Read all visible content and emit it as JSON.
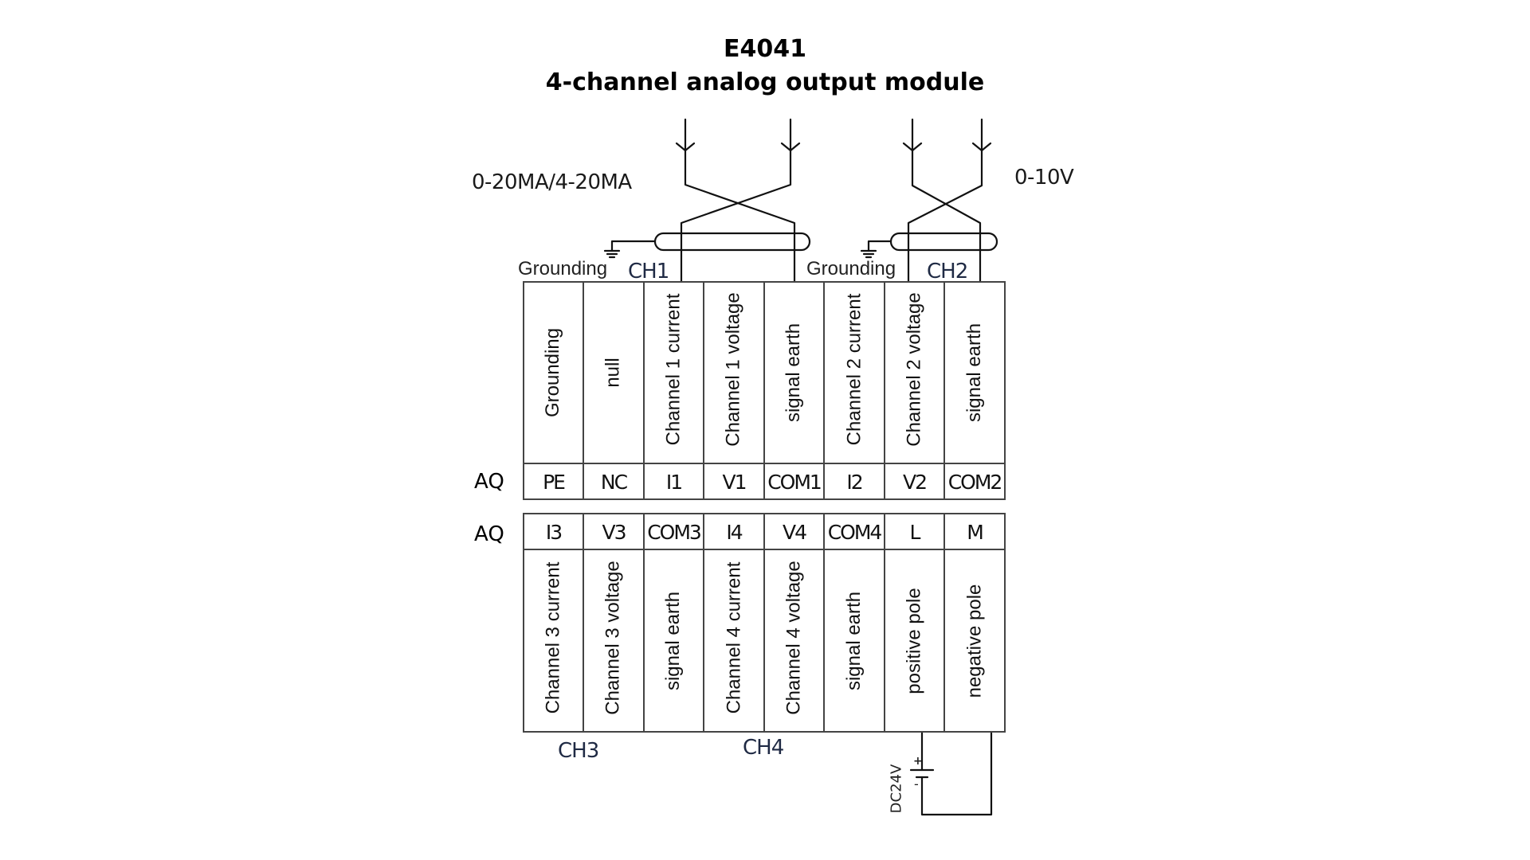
{
  "title": {
    "model": "E4041",
    "subtitle": "4-channel analog output module"
  },
  "signal_ranges": {
    "current": "0-20MA/4-20MA",
    "voltage": "0-10V"
  },
  "wiring": {
    "grounding_label_1": "Grounding",
    "grounding_label_2": "Grounding",
    "ch1": "CH1",
    "ch2": "CH2",
    "ch3": "CH3",
    "ch4": "CH4",
    "power_label": "DC24V",
    "plus": "+",
    "minus": "-"
  },
  "upper_terminal_block": {
    "row_label": "AQ",
    "terminals": [
      {
        "code": "PE",
        "description": "Grounding"
      },
      {
        "code": "NC",
        "description": "null"
      },
      {
        "code": "I1",
        "description": "Channel 1 current"
      },
      {
        "code": "V1",
        "description": "Channel 1 voltage"
      },
      {
        "code": "COM1",
        "description": "signal earth"
      },
      {
        "code": "I2",
        "description": "Channel 2 current"
      },
      {
        "code": "V2",
        "description": "Channel 2 voltage"
      },
      {
        "code": "COM2",
        "description": "signal earth"
      }
    ]
  },
  "lower_terminal_block": {
    "row_label": "AQ",
    "terminals": [
      {
        "code": "I3",
        "description": "Channel 3 current"
      },
      {
        "code": "V3",
        "description": "Channel 3 voltage"
      },
      {
        "code": "COM3",
        "description": "signal earth"
      },
      {
        "code": "I4",
        "description": "Channel 4 current"
      },
      {
        "code": "V4",
        "description": "Channel 4 voltage"
      },
      {
        "code": "COM4",
        "description": "signal earth"
      },
      {
        "code": "L",
        "description": "positive pole"
      },
      {
        "code": "M",
        "description": "negative pole"
      }
    ]
  }
}
